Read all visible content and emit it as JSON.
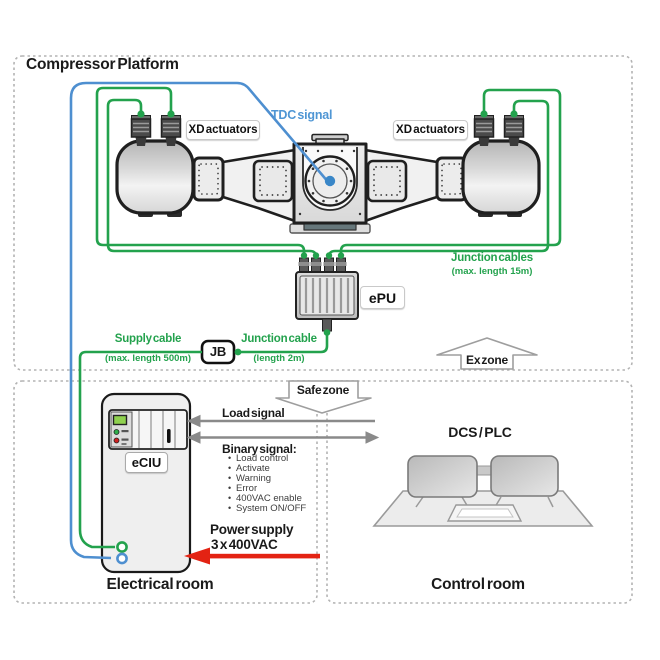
{
  "diagram": {
    "platform": {
      "title": "Compressor Platform",
      "xd_actuators_left": "XD actuators",
      "xd_actuators_right": "XD actuators",
      "tdc_signal": "TDC signal",
      "epu_label": "ePU",
      "jb_label": "JB",
      "junction_cables": {
        "label": "Junction cables",
        "sub": "(max. length 15m)"
      },
      "supply_cable": {
        "label": "Supply cable",
        "sub": "(max. length 500m)"
      },
      "junction_cable": {
        "label": "Junction cable",
        "sub": "(length 2m)"
      },
      "ex_zone": "Ex zone"
    },
    "safe_zone": "Safe zone",
    "electrical_room": {
      "title": "Electrical room",
      "eciu_label": "eCIU",
      "load_signal": "Load signal",
      "binary_signal": {
        "title": "Binary signal:",
        "items": [
          "Load control",
          "Activate",
          "Warning",
          "Error",
          "400VAC enable",
          "System ON/OFF"
        ]
      },
      "power_supply": {
        "line1": "Power supply",
        "line2": "3 x 400VAC"
      }
    },
    "control_room": {
      "title": "Control room",
      "dcs_label": "DCS / PLC"
    },
    "colors": {
      "cable_green": "#23a24d",
      "cable_blue": "#4e8fd0",
      "tdc_dot_blue": "#3a87c8",
      "signal_gray": "#8a8a8a",
      "power_red": "#e32313"
    }
  }
}
